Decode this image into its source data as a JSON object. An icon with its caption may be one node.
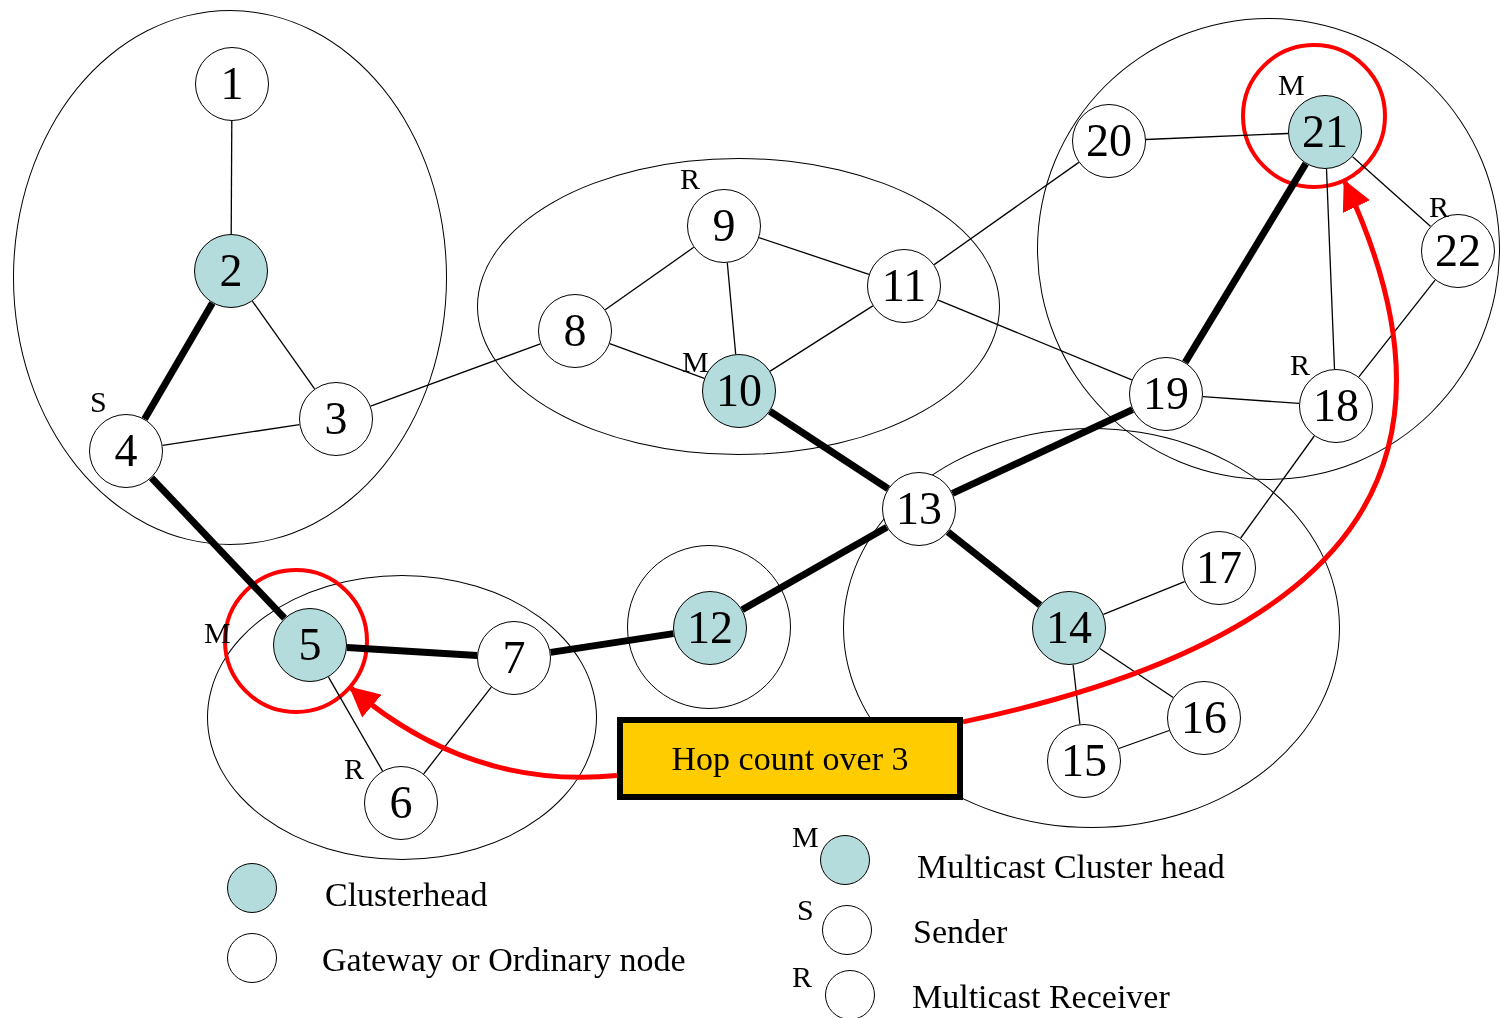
{
  "diagram": {
    "nodes": [
      {
        "text": [],
        "shape": "ellipse"
      },
      {
        "text": [
          "1"
        ],
        "in": 0
      },
      {
        "text": [
          "2"
        ],
        "in": 0
      },
      {
        "text": [
          "3"
        ],
        "in": 0
      },
      {
        "text": [
          "4"
        ],
        "in": 0,
        "beside": [
          "S"
        ]
      },
      {
        "text": [],
        "shape": "ellipse"
      },
      {
        "text": [
          "8"
        ],
        "in": 5
      },
      {
        "text": [
          "9"
        ],
        "in": 5,
        "beside": [
          "R"
        ]
      },
      {
        "text": [
          "10"
        ],
        "in": 5,
        "beside": [
          "M"
        ]
      },
      {
        "text": [
          "11"
        ],
        "in": 5
      },
      {
        "text": [],
        "shape": "ellipse"
      },
      {
        "text": [
          "20"
        ],
        "in": 10
      },
      {
        "text": [],
        "shape": "circle",
        "in": 10
      },
      {
        "text": [
          "21"
        ],
        "in": 12,
        "beside": [
          "M"
        ]
      },
      {
        "text": [
          "22"
        ],
        "in": 10,
        "beside": [
          "R"
        ]
      },
      {
        "text": [
          "19"
        ],
        "in": 10
      },
      {
        "text": [
          "18"
        ],
        "in": 10,
        "beside": [
          "R"
        ]
      },
      {
        "text": [],
        "shape": "ellipse"
      },
      {
        "text": [],
        "shape": "circle",
        "in": 17
      },
      {
        "text": [
          "5"
        ],
        "in": 18,
        "beside": [
          "M"
        ]
      },
      {
        "text": [
          "7"
        ],
        "in": 17
      },
      {
        "text": [
          "6"
        ],
        "in": 17,
        "beside": [
          "R"
        ]
      },
      {
        "text": [],
        "shape": "circle"
      },
      {
        "text": [
          "12"
        ],
        "in": 22
      },
      {
        "text": [],
        "shape": "ellipse"
      },
      {
        "text": [
          "13"
        ],
        "in": 24
      },
      {
        "text": [
          "14"
        ],
        "in": 24
      },
      {
        "text": [
          "17"
        ],
        "in": 24
      },
      {
        "text": [
          "16"
        ],
        "in": 24
      },
      {
        "text": [
          "15"
        ],
        "in": 24
      },
      {
        "text": [
          "Hop count over 3"
        ]
      }
    ],
    "edges": [
      {
        "from": 1,
        "to": 2,
        "arrow": "none"
      },
      {
        "from": 2,
        "to": 3,
        "arrow": "none"
      },
      {
        "from": 2,
        "to": 4,
        "arrow": "none",
        "style": "thick"
      },
      {
        "from": 3,
        "to": 4,
        "arrow": "none"
      },
      {
        "from": 4,
        "to": 19,
        "arrow": "none",
        "style": "thick"
      },
      {
        "from": 3,
        "to": 6,
        "arrow": "none"
      },
      {
        "from": 6,
        "to": 7,
        "arrow": "none"
      },
      {
        "from": 6,
        "to": 8,
        "arrow": "none"
      },
      {
        "from": 7,
        "to": 8,
        "arrow": "none"
      },
      {
        "from": 7,
        "to": 9,
        "arrow": "none"
      },
      {
        "from": 8,
        "to": 9,
        "arrow": "none"
      },
      {
        "from": 8,
        "to": 25,
        "arrow": "none",
        "style": "thick"
      },
      {
        "from": 9,
        "to": 11,
        "arrow": "none"
      },
      {
        "from": 9,
        "to": 15,
        "arrow": "none"
      },
      {
        "from": 11,
        "to": 13,
        "arrow": "none"
      },
      {
        "from": 13,
        "to": 14,
        "arrow": "none"
      },
      {
        "from": 13,
        "to": 16,
        "arrow": "none"
      },
      {
        "from": 14,
        "to": 16,
        "arrow": "none"
      },
      {
        "from": 15,
        "to": 13,
        "arrow": "none",
        "style": "thick"
      },
      {
        "from": 15,
        "to": 16,
        "arrow": "none"
      },
      {
        "from": 19,
        "to": 20,
        "arrow": "none",
        "style": "thick"
      },
      {
        "from": 19,
        "to": 21,
        "arrow": "none"
      },
      {
        "from": 20,
        "to": 21,
        "arrow": "none"
      },
      {
        "from": 20,
        "to": 23,
        "arrow": "none",
        "style": "thick"
      },
      {
        "from": 23,
        "to": 25,
        "arrow": "none",
        "style": "thick"
      },
      {
        "from": 25,
        "to": 15,
        "arrow": "none",
        "style": "thick"
      },
      {
        "from": 25,
        "to": 26,
        "arrow": "none",
        "style": "thick"
      },
      {
        "from": 26,
        "to": 27,
        "arrow": "none"
      },
      {
        "from": 27,
        "to": 16,
        "arrow": "none"
      },
      {
        "from": 26,
        "to": 28,
        "arrow": "none"
      },
      {
        "from": 26,
        "to": 29,
        "arrow": "none"
      },
      {
        "from": 29,
        "to": 28,
        "arrow": "none"
      },
      {
        "from": 30,
        "to": 18,
        "arrow": "to",
        "style": "thick",
        "color": "#ff0000"
      },
      {
        "from": 30,
        "to": 12,
        "arrow": "to",
        "style": "thick",
        "color": "#ff0000"
      }
    ],
    "labels": [
      "M",
      "S",
      "R"
    ],
    "legend": [
      {
        "text": "Clusterhead",
        "color": "#b4dcdc"
      },
      {
        "text": "Gateway or Ordinary node",
        "color": "#ffffff"
      },
      {
        "text": "Multicast Cluster head",
        "color": "#b4dcdc"
      },
      {
        "text": "Sender",
        "color": "#ffffff"
      },
      {
        "text": "Multicast Receiver",
        "color": "#ffffff"
      }
    ]
  }
}
